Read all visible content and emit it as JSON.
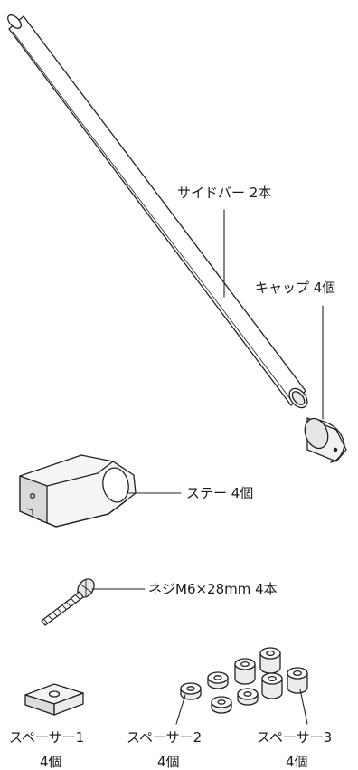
{
  "parts": {
    "side_bar": {
      "label": "サイドバー  2本"
    },
    "cap": {
      "label": "キャップ  4個"
    },
    "stay": {
      "label": "ステー  4個"
    },
    "screw": {
      "label": "ネジM6×28mm  4本"
    },
    "spacer1": {
      "label": "スペーサー1",
      "qty": "4個"
    },
    "spacer2": {
      "label": "スペーサー2",
      "qty": "4個"
    },
    "spacer3": {
      "label": "スペーサー3",
      "qty": "4個"
    }
  }
}
